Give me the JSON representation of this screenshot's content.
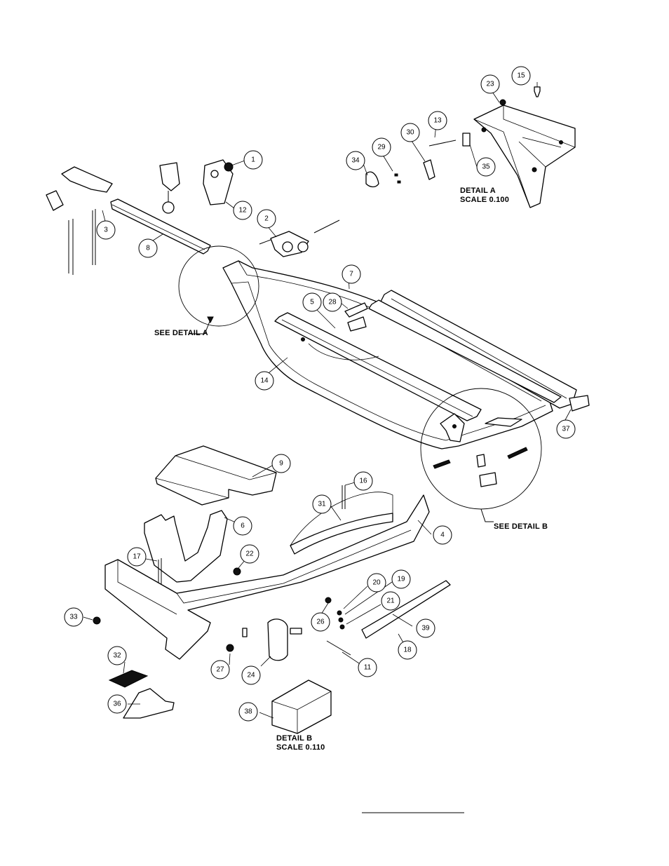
{
  "callouts": [
    {
      "label": "1"
    },
    {
      "label": "2"
    },
    {
      "label": "3"
    },
    {
      "label": "4"
    },
    {
      "label": "5"
    },
    {
      "label": "6"
    },
    {
      "label": "7"
    },
    {
      "label": "8"
    },
    {
      "label": "9"
    },
    {
      "label": "11"
    },
    {
      "label": "12"
    },
    {
      "label": "13"
    },
    {
      "label": "14"
    },
    {
      "label": "15"
    },
    {
      "label": "16"
    },
    {
      "label": "17"
    },
    {
      "label": "18"
    },
    {
      "label": "19"
    },
    {
      "label": "20"
    },
    {
      "label": "21"
    },
    {
      "label": "22"
    },
    {
      "label": "23"
    },
    {
      "label": "24"
    },
    {
      "label": "26"
    },
    {
      "label": "27"
    },
    {
      "label": "28"
    },
    {
      "label": "29"
    },
    {
      "label": "30"
    },
    {
      "label": "31"
    },
    {
      "label": "32"
    },
    {
      "label": "33"
    },
    {
      "label": "34"
    },
    {
      "label": "35"
    },
    {
      "label": "36"
    },
    {
      "label": "37"
    },
    {
      "label": "38"
    },
    {
      "label": "39"
    }
  ],
  "notes": {
    "see_detail_a": "SEE DETAIL  A",
    "see_detail_b": "SEE DETAIL  B",
    "detail_a_title": "DETAIL  A",
    "detail_a_scale": "SCALE  0.100",
    "detail_b_title": "DETAIL  B",
    "detail_b_scale": "SCALE  0.110"
  }
}
